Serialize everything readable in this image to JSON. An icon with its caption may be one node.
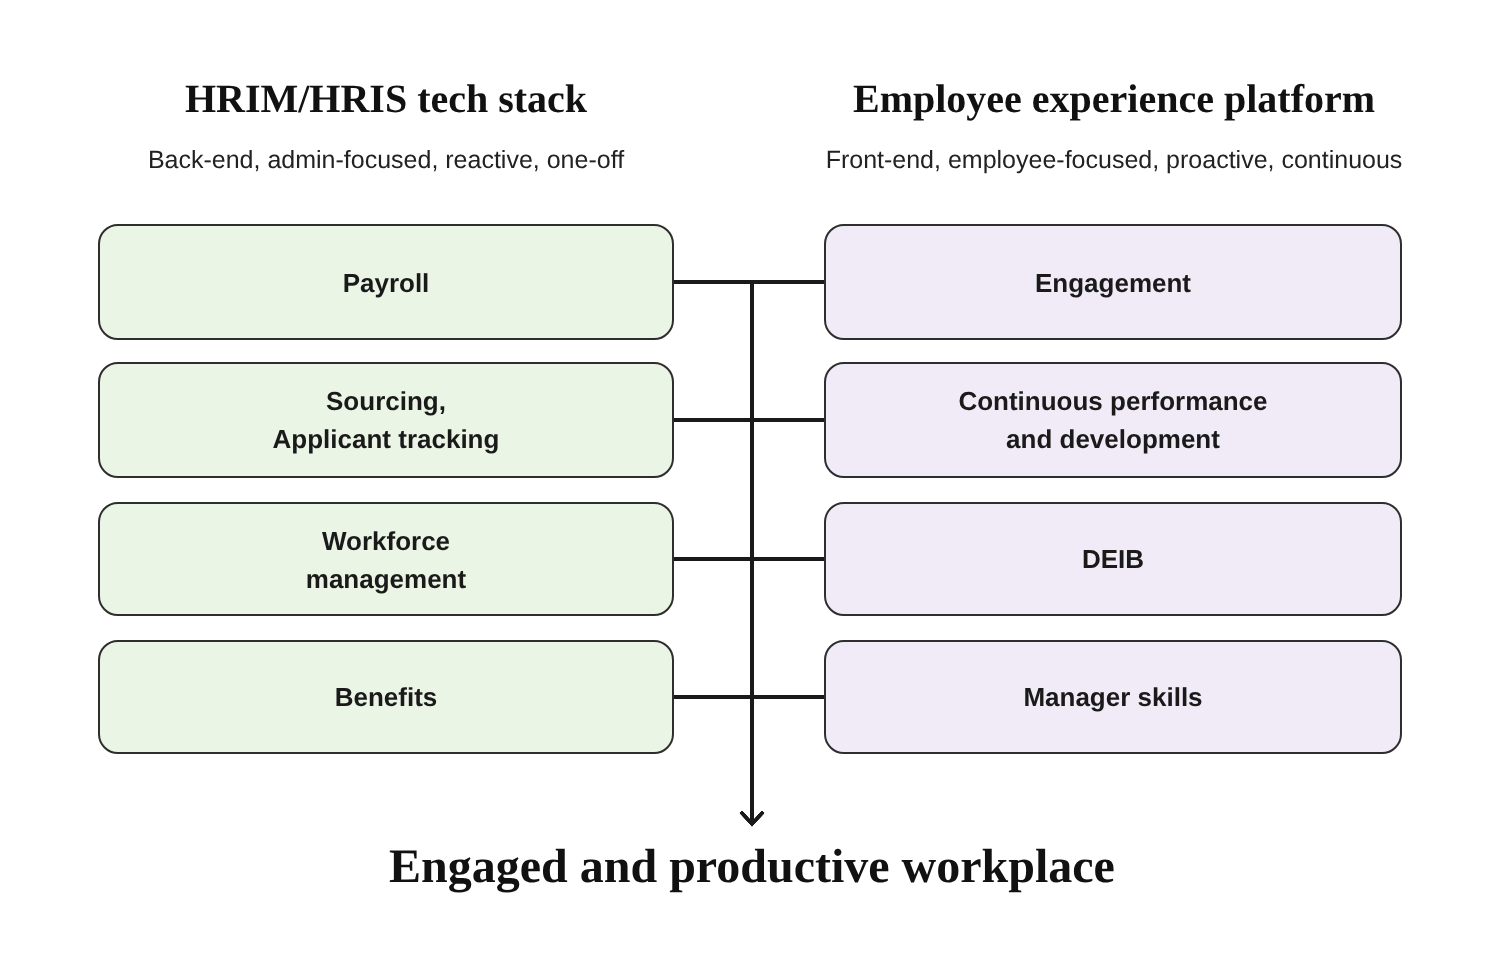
{
  "diagram": {
    "nodes": [
      {
        "text": [
          "Payroll"
        ]
      },
      {
        "text": [
          "Sourcing, Applicant tracking"
        ]
      },
      {
        "text": [
          "Workforce management"
        ]
      },
      {
        "text": [
          "Benefits"
        ]
      },
      {
        "text": [
          "Engagement"
        ]
      },
      {
        "text": [
          "Continuous performance and development"
        ]
      },
      {
        "text": [
          "DEIB"
        ]
      },
      {
        "text": [
          "Manager skills"
        ]
      },
      {
        "text": [
          "Engaged and productive workplace"
        ]
      }
    ],
    "edges": [
      {
        "from": 0,
        "to": 8,
        "arrow": "to"
      },
      {
        "from": 1,
        "to": 8,
        "arrow": "to"
      },
      {
        "from": 2,
        "to": 8,
        "arrow": "to"
      },
      {
        "from": 3,
        "to": 8,
        "arrow": "to"
      },
      {
        "from": 4,
        "to": 8,
        "arrow": "to"
      },
      {
        "from": 5,
        "to": 8,
        "arrow": "to"
      },
      {
        "from": 6,
        "to": 8,
        "arrow": "to"
      },
      {
        "from": 7,
        "to": 8,
        "arrow": "to"
      }
    ],
    "labels": [
      "HRIM/HRIS tech stack",
      "Back-end, admin-focused, reactive, one-off",
      "Employee experience platform",
      "Front-end, employee-focused, proactive, continuous"
    ]
  }
}
